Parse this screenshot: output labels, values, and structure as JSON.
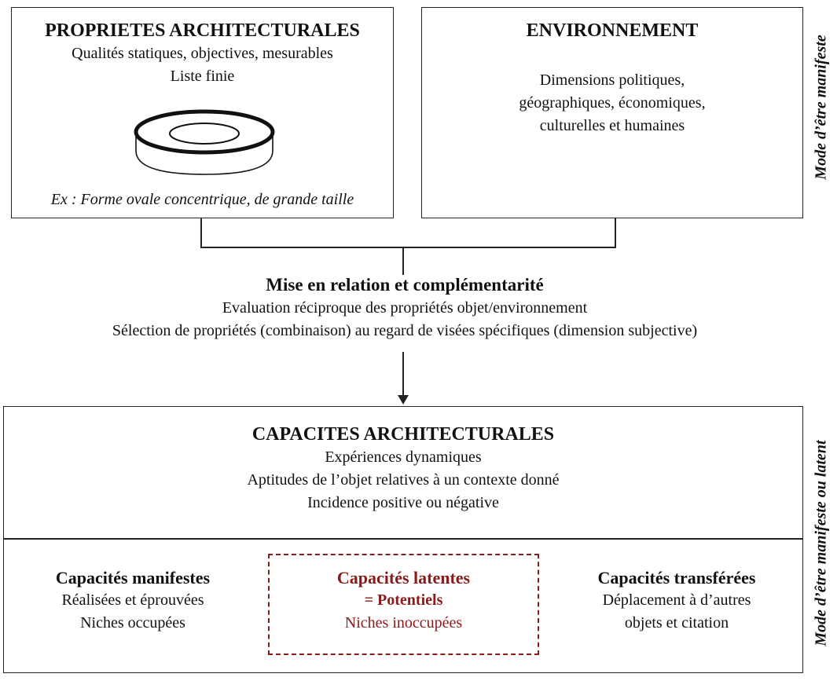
{
  "boxes": {
    "proprietes": {
      "title": "PROPRIETES ARCHITECTURALES",
      "lines": [
        "Qualités statiques, objectives, mesurables",
        "Liste finie"
      ],
      "example": "Ex : Forme ovale concentrique, de grande taille",
      "illustration_icon": "concentric-oval-ring-icon"
    },
    "environnement": {
      "title": "ENVIRONNEMENT",
      "lines": [
        "Dimensions politiques,",
        "géographiques, économiques,",
        "culturelles et humaines"
      ]
    }
  },
  "relation": {
    "title": "Mise en relation et complémentarité",
    "lines": [
      "Evaluation réciproque des propriétés objet/environnement",
      "Sélection de propriétés (combinaison) au regard de visées spécifiques (dimension subjective)"
    ]
  },
  "capacites": {
    "title": "CAPACITES ARCHITECTURALES",
    "lines": [
      "Expériences dynamiques",
      "Aptitudes de l’objet relatives à un contexte donné",
      "Incidence positive ou négative"
    ],
    "manifestes": {
      "title": "Capacités manifestes",
      "lines": [
        "Réalisées et éprouvées",
        "Niches occupées"
      ]
    },
    "latentes": {
      "title": "Capacités latentes",
      "subtitle": "= Potentiels",
      "lines": [
        "Niches inoccupées"
      ]
    },
    "transferees": {
      "title": "Capacités transférées",
      "lines": [
        "Déplacement à d’autres",
        "objets et citation"
      ]
    }
  },
  "side_labels": {
    "top": "Mode d’être manifeste",
    "bottom": "Mode d’être manifeste ou latent"
  },
  "colors": {
    "stroke": "#222222",
    "accent": "#8b1a1a"
  }
}
